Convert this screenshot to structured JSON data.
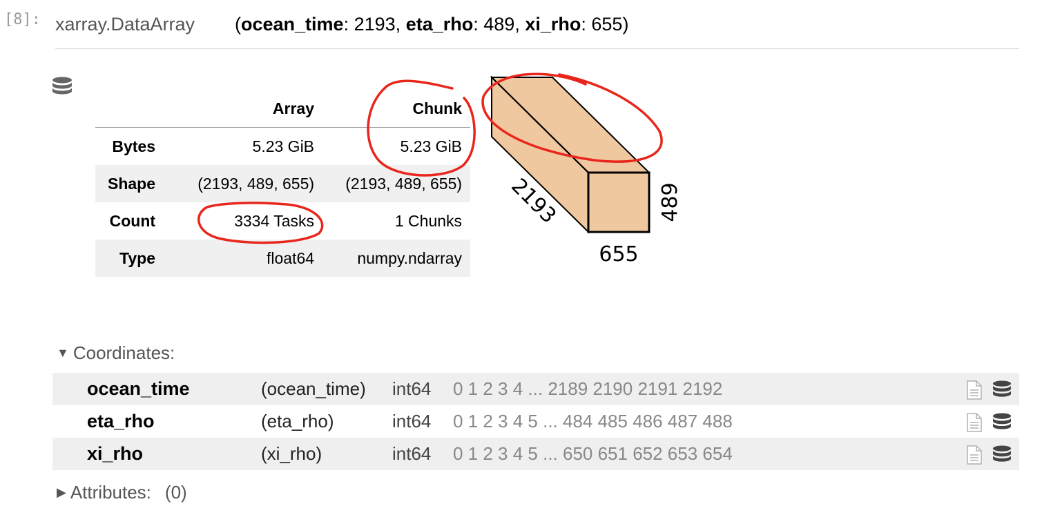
{
  "prompt": "[8]:",
  "header": {
    "object_type": "xarray.DataArray",
    "dims": [
      {
        "name": "ocean_time",
        "size": "2193"
      },
      {
        "name": "eta_rho",
        "size": "489"
      },
      {
        "name": "xi_rho",
        "size": "655"
      }
    ]
  },
  "chunk_table": {
    "col_array": "Array",
    "col_chunk": "Chunk",
    "rows": [
      {
        "label": "Bytes",
        "array": "5.23 GiB",
        "chunk": "5.23 GiB"
      },
      {
        "label": "Shape",
        "array": "(2193, 489, 655)",
        "chunk": "(2193, 489, 655)"
      },
      {
        "label": "Count",
        "array": "3334 Tasks",
        "chunk": "1 Chunks"
      },
      {
        "label": "Type",
        "array": "float64",
        "chunk": "numpy.ndarray"
      }
    ]
  },
  "cube": {
    "depth_label": "2193",
    "height_label": "489",
    "width_label": "655",
    "fill": "#f0c8a0"
  },
  "coordinates": {
    "label": "Coordinates:",
    "items": [
      {
        "name": "ocean_time",
        "dims": "(ocean_time)",
        "dtype": "int64",
        "preview": "0 1 2 3 4 ... 2189 2190 2191 2192"
      },
      {
        "name": "eta_rho",
        "dims": "(eta_rho)",
        "dtype": "int64",
        "preview": "0 1 2 3 4 5 ... 484 485 486 487 488"
      },
      {
        "name": "xi_rho",
        "dims": "(xi_rho)",
        "dtype": "int64",
        "preview": "0 1 2 3 4 5 ... 650 651 652 653 654"
      }
    ]
  },
  "attributes": {
    "label": "Attributes:",
    "count": "(0)"
  },
  "colors": {
    "annotation": "#e8261c",
    "row_alt": "#efefef"
  }
}
